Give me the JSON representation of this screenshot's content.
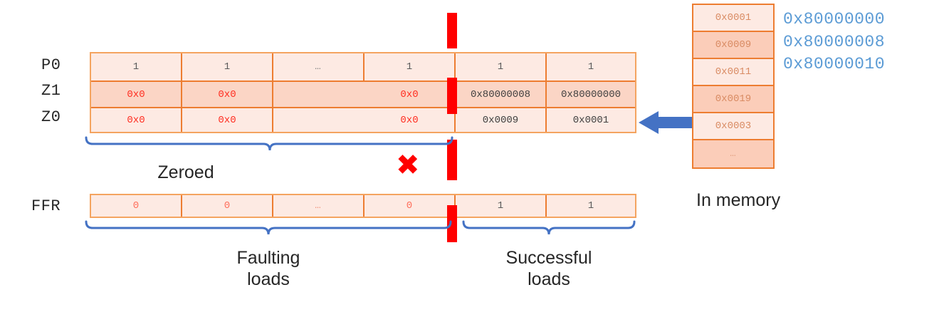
{
  "diagram": {
    "title": "SVE first-faulting load illustration",
    "colors": {
      "cell_border": "#ed7d31",
      "cell_fill_light": "#fdeae3",
      "cell_fill_dark": "#fbd5c5",
      "fault_marker": "#ff0000",
      "brace": "#4472c4",
      "address_text": "#5b9bd5",
      "arrow": "#4472c4"
    },
    "registers": [
      {
        "name": "P0",
        "label": "P0",
        "values": [
          "1",
          "1",
          "…",
          "1",
          "1",
          "1"
        ]
      },
      {
        "name": "Z1",
        "label": "Z1",
        "values": [
          "0x0",
          "0x0",
          "",
          "0x0",
          "0x80000008",
          "0x80000000"
        ]
      },
      {
        "name": "Z0",
        "label": "Z0",
        "values": [
          "0x0",
          "0x0",
          "",
          "0x0",
          "0x0009",
          "0x0001"
        ]
      }
    ],
    "ffr": {
      "name": "FFR",
      "label": "FFR",
      "values": [
        "0",
        "0",
        "…",
        "0",
        "1",
        "1"
      ]
    },
    "annotations": {
      "zeroed": "Zeroed",
      "faulting_loads_line1": "Faulting",
      "faulting_loads_line2": "loads",
      "successful_loads_line1": "Successful",
      "successful_loads_line2": "loads",
      "fault_cross": "✖"
    },
    "memory": {
      "caption": "In memory",
      "cells": [
        "0x0001",
        "0x0009",
        "0x0011",
        "0x0019",
        "0x0003",
        "…"
      ],
      "addresses": [
        "0x80000000",
        "0x80000008",
        "0x80000010"
      ]
    }
  }
}
